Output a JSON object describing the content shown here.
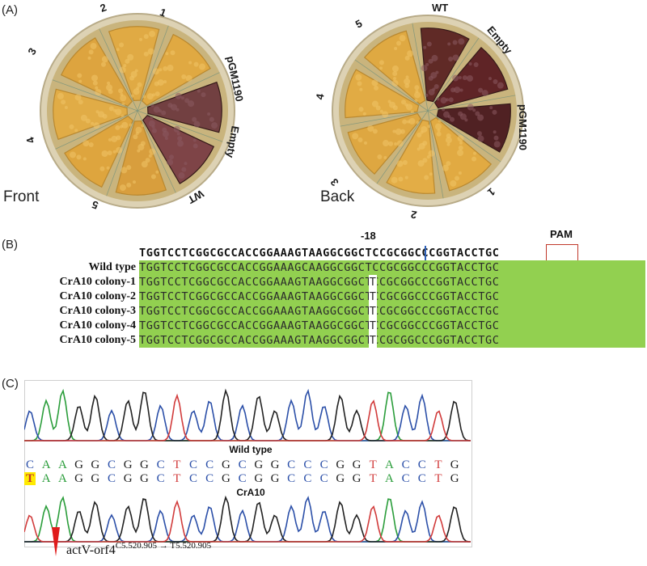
{
  "panel_a": {
    "label": "(A)",
    "front": {
      "caption": "Front",
      "sectors": [
        {
          "label": "1",
          "color": "#e2a93f",
          "dark": false
        },
        {
          "label": "pGM1190",
          "color": "#6e3a3e",
          "dark": true
        },
        {
          "label": "Empty",
          "color": "#7a3f45",
          "dark": true
        },
        {
          "label": "WT",
          "color": "#d99d3a",
          "dark": false
        },
        {
          "label": "5",
          "color": "#e0a53b",
          "dark": false
        },
        {
          "label": "4",
          "color": "#e3ac44",
          "dark": false
        },
        {
          "label": "3",
          "color": "#dfa43c",
          "dark": false
        },
        {
          "label": "2",
          "color": "#e2aa42",
          "dark": false
        }
      ]
    },
    "back": {
      "caption": "Back",
      "sectors": [
        {
          "label": "WT",
          "color": "#5b2322",
          "dark": true
        },
        {
          "label": "Empty",
          "color": "#5a1d22",
          "dark": true
        },
        {
          "label": "pGM1190",
          "color": "#4a1a1f",
          "dark": true
        },
        {
          "label": "1",
          "color": "#e3aa3f",
          "dark": false
        },
        {
          "label": "2",
          "color": "#e5ad44",
          "dark": false
        },
        {
          "label": "3",
          "color": "#e0a73e",
          "dark": false
        },
        {
          "label": "4",
          "color": "#e3ab42",
          "dark": false
        },
        {
          "label": "5",
          "color": "#e1a93f",
          "dark": false
        }
      ]
    }
  },
  "panel_b": {
    "label": "(B)",
    "annotation_minus18": "-18",
    "annotation_pam": "PAM",
    "reference": "TGGTCCTCGGCGCCACCGGAAAGTAAGGCGGCTCCGCGGCCCGGTACCTGC",
    "rows": [
      {
        "label": "Wild type",
        "seq": "TGGTCCTCGGCGCCACCGGAAAGCAAGGCGGCTCCGCGGCCCGGTACCTGC",
        "mut": ""
      },
      {
        "label": "CrA10 colony-1",
        "seq": "TGGTCCTCGGCGCCACCGGAAAGTAAGGCGGCTCCGCGGCCCGGTACCTGC",
        "mut": "T"
      },
      {
        "label": "CrA10 colony-2",
        "seq": "TGGTCCTCGGCGCCACCGGAAAGTAAGGCGGCTCCGCGGCCCGGTACCTGC",
        "mut": "T"
      },
      {
        "label": "CrA10 colony-3",
        "seq": "TGGTCCTCGGCGCCACCGGAAAGTAAGGCGGCTCCGCGGCCCGGTACCTGC",
        "mut": "T"
      },
      {
        "label": "CrA10 colony-4",
        "seq": "TGGTCCTCGGCGCCACCGGAAAGTAAGGCGGCTCCGCGGCCCGGTACCTGC",
        "mut": "T"
      },
      {
        "label": "CrA10 colony-5",
        "seq": "TGGTCCTCGGCGCCACCGGAAAGTAAGGCGGCTCCGCGGCCCGGTACCTGC",
        "mut": "T"
      }
    ],
    "colors": {
      "match": "#92d050",
      "pam_box": "#c0392b",
      "underline": "#b02a4a"
    }
  },
  "panel_c": {
    "label": "(C)",
    "wild_type_title": "Wild type",
    "mutant_title": "CrA10",
    "wt_bases": [
      "C",
      "A",
      "A",
      "G",
      "G",
      "C",
      "G",
      "G",
      "C",
      "T",
      "C",
      "C",
      "G",
      "C",
      "G",
      "G",
      "C",
      "C",
      "C",
      "G",
      "G",
      "T",
      "A",
      "C",
      "C",
      "T",
      "G"
    ],
    "mut_bases": [
      "T",
      "A",
      "A",
      "G",
      "G",
      "C",
      "G",
      "G",
      "C",
      "T",
      "C",
      "C",
      "G",
      "C",
      "G",
      "G",
      "C",
      "C",
      "C",
      "G",
      "G",
      "T",
      "A",
      "C",
      "C",
      "T",
      "G"
    ],
    "base_colors": {
      "A": "#2a9d3a",
      "C": "#2b4fa8",
      "G": "#222222",
      "T": "#d13b3b"
    },
    "footnote_gene": "actV-orf4",
    "footnote_from": "C5.520.905",
    "footnote_arrow": "→",
    "footnote_to": "T5.520.905"
  }
}
